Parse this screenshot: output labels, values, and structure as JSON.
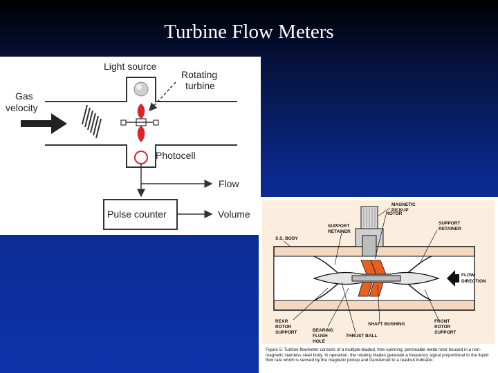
{
  "title": "Turbine Flow Meters",
  "left_diagram": {
    "light_source": "Light source",
    "rotating_line1": "Rotating",
    "rotating_line2": "turbine",
    "gas_line1": "Gas",
    "gas_line2": "velocity",
    "photocell": "Photocell",
    "flow": "Flow",
    "pulse_counter": "Pulse counter",
    "volume": "Volume"
  },
  "right_diagram": {
    "magnetic_pickup_1": "MAGNETIC",
    "magnetic_pickup_2": "PICKUP",
    "support_retainer_left_1": "SUPPORT",
    "support_retainer_left_2": "RETAINER",
    "rotor": "ROTOR",
    "support_retainer_right_1": "SUPPORT",
    "support_retainer_right_2": "RETAINER",
    "ss_body": "S.S. BODY",
    "flow_direction_1": "FLOW",
    "flow_direction_2": "DIRECTION",
    "rear_rotor_support_1": "REAR",
    "rear_rotor_support_2": "ROTOR",
    "rear_rotor_support_3": "SUPPORT",
    "bearing_flush_hole_1": "BEARING",
    "bearing_flush_hole_2": "FLUSH",
    "bearing_flush_hole_3": "HOLE",
    "shaft_bushing": "SHAFT BUSHING",
    "thrust_ball": "THRUST BALL",
    "front_rotor_support_1": "FRONT",
    "front_rotor_support_2": "ROTOR",
    "front_rotor_support_3": "SUPPORT",
    "caption": "Figure 5: Turbine flowmeter consists of a multiple-bladed, free-spinning, permeable metal rotor housed in a non-magnetic stainless steel body. In operation, the rotating blades generate a frequency signal proportional to the liquid flow rate which is sensed by the magnetic pickup and transferred to a readout indicator."
  },
  "colors": {
    "accent_red": "#d8262a",
    "rotor_orange": "#e8601c",
    "pipe_fill": "#fbeede"
  }
}
